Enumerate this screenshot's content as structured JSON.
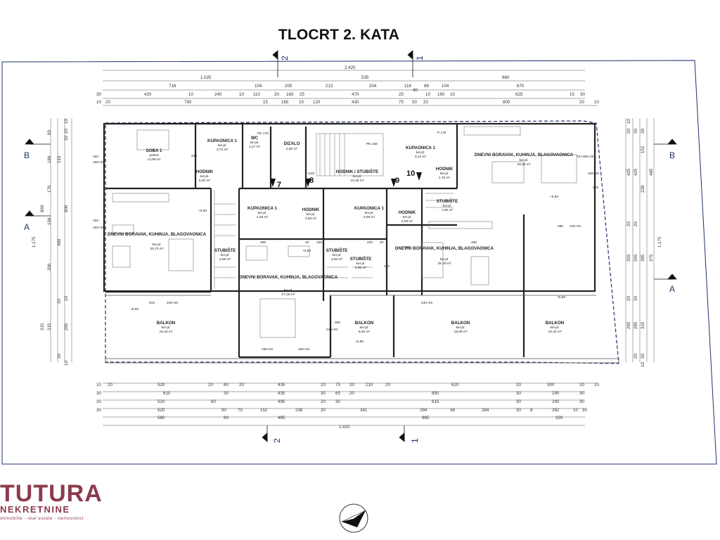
{
  "title": "TLOCRT 2. KATA",
  "sections": {
    "top_left": "2",
    "top_right": "1",
    "bottom_left": "2",
    "bottom_right": "1",
    "left_top": "B",
    "left_bottom": "A",
    "right_top": "B",
    "right_bottom": "A"
  },
  "dims_top": {
    "row1": [
      "2.420"
    ],
    "row2": [
      "1.025",
      "535",
      "860"
    ],
    "row3": [
      "716",
      "104",
      "205",
      "213",
      "204",
      "118",
      "86",
      "104",
      "670"
    ],
    "row4": [
      "30",
      "420",
      "10",
      "240",
      "10",
      "110",
      "20",
      "160",
      "25",
      "470",
      "25",
      "40",
      "10",
      "160",
      "15",
      "625",
      "15",
      "30"
    ],
    "row5": [
      "10",
      "20",
      "790",
      "15",
      "165",
      "15",
      "120",
      "430",
      "75",
      "50",
      "20",
      "800",
      "20",
      "10"
    ]
  },
  "dims_bottom": {
    "row1": [
      "10",
      "20",
      "520",
      "20",
      "80",
      "20",
      "435",
      "20",
      "75",
      "20",
      "210",
      "20",
      "620",
      "20",
      "300",
      "20",
      "10"
    ],
    "row2": [
      "30",
      "610",
      "30",
      "435",
      "30",
      "65",
      "20",
      "850",
      "30",
      "290",
      "30"
    ],
    "row3": [
      "30",
      "520",
      "60",
      "495",
      "20",
      "30",
      "615",
      "30",
      "290",
      "30"
    ],
    "row4": [
      "30",
      "520",
      "90",
      "75",
      "152",
      "238",
      "20",
      "341",
      "284",
      "36",
      "284",
      "30",
      "8",
      "282",
      "10",
      "30"
    ],
    "row5": [
      "580",
      "60",
      "495",
      "965",
      "320"
    ],
    "row6": [
      "2.420"
    ]
  },
  "dims_left": [
    "10",
    "20",
    "90",
    "30",
    "184",
    "310",
    "176",
    "104",
    "860",
    "800",
    "480",
    "306",
    "1.175",
    "30",
    "20",
    "315",
    "295",
    "315",
    "30",
    "10"
  ],
  "dims_right": [
    "10",
    "20",
    "30",
    "30",
    "152",
    "425",
    "425",
    "485",
    "228",
    "20",
    "20",
    "345",
    "385",
    "1.175",
    "355",
    "375",
    "20",
    "30",
    "295",
    "285",
    "315",
    "20",
    "30",
    "10"
  ],
  "rooms": [
    {
      "name": "SOBA 1",
      "sub": "parket",
      "area": "13,88 m²"
    },
    {
      "name": "KUPAONICA 1",
      "sub": "ker.pl.",
      "area": "3,72 m²"
    },
    {
      "name": "WC",
      "sub": "ker.pl.",
      "area": "1,27 m²"
    },
    {
      "name": "DIZALO",
      "sub": "",
      "area": "2,80 m²"
    },
    {
      "name": "HODNIK / STUBIŠTE",
      "sub": "ker.pl.",
      "area": "15,38 m²"
    },
    {
      "name": "KUPAONICA 1",
      "sub": "ker.pl.",
      "area": "3,14 m²"
    },
    {
      "name": "DNEVNI BORAVAK, KUHINJA, BLAGOVAONICA",
      "sub": "ker.pl.",
      "area": "26,84 m²"
    },
    {
      "name": "HODNIK",
      "sub": "ker.pl.",
      "area": "5,40 m²"
    },
    {
      "name": "HODNIK",
      "sub": "ker.pl.",
      "area": "2,76 m²"
    },
    {
      "name": "KUPAONICA 1",
      "sub": "ker.pl.",
      "area": "4,26 m²"
    },
    {
      "name": "HODNIK",
      "sub": "ker.pl.",
      "area": "3,83 m²"
    },
    {
      "name": "KUPAONICA 1",
      "sub": "ker.pl.",
      "area": "3,59 m²"
    },
    {
      "name": "HODNIK",
      "sub": "ker.pl.",
      "area": "2,09 m²"
    },
    {
      "name": "STUBIŠTE",
      "sub": "ker.pl.",
      "area": "1,65 m²"
    },
    {
      "name": "DNEVNI BORAVAK, KUHINJA, BLAGOVAONICA",
      "sub": "ker.pl.",
      "area": "25,72 m²"
    },
    {
      "name": "STUBIŠTE",
      "sub": "ker.pl.",
      "area": "2,58 m²"
    },
    {
      "name": "STUBIŠTE",
      "sub": "ker.pl.",
      "area": "2,80 m²"
    },
    {
      "name": "STUBIŠTE",
      "sub": "ker.pl.",
      "area": "2,80 m²"
    },
    {
      "name": "DNEVNI BORAVAK, KUHINJA, BLAGOVAONICA",
      "sub": "ker.pl.",
      "area": "27,25 m²"
    },
    {
      "name": "DNEVNI BORAVAK, KUHINJA, BLAGOVAONICA",
      "sub": "ker.pl.",
      "area": "25,78 m²"
    },
    {
      "name": "BALKON",
      "sub": "ker.pl.",
      "area": "15,34 m²"
    },
    {
      "name": "BALKON",
      "sub": "ker.pl.",
      "area": "8,55 m²"
    },
    {
      "name": "BALKON",
      "sub": "ker.pl.",
      "area": "18,09 m²"
    },
    {
      "name": "BALKON",
      "sub": "ker.pl.",
      "area": "19,42 m²"
    }
  ],
  "unit_numbers": [
    "7",
    "8",
    "9",
    "10"
  ],
  "levels": [
    "+5,80",
    "+5,80",
    "+5,80",
    "+5,80",
    "+5,80",
    "+5,80"
  ],
  "inner_dims": [
    "5,82",
    "PE 156",
    "PE 176",
    "P 176",
    "285",
    "20",
    "235",
    "225",
    "20",
    "490",
    "115",
    "295",
    "280",
    "240+20",
    "280",
    "240+20",
    "240+20",
    "100",
    "150+20",
    "180",
    "150+20",
    "75+255+20",
    "150+20",
    "220",
    "228",
    "515",
    "240+20",
    "150+20",
    "150+20"
  ],
  "logo": {
    "name": "TUTURA",
    "sub": "NEKRETNINE",
    "tagline": "immobilie - real estate - nemovitost",
    "color": "#8b3b4e"
  },
  "colors": {
    "plan_line": "#222222",
    "section_line": "#1e2f6e",
    "boundary_dash": "#1e2f6e"
  }
}
